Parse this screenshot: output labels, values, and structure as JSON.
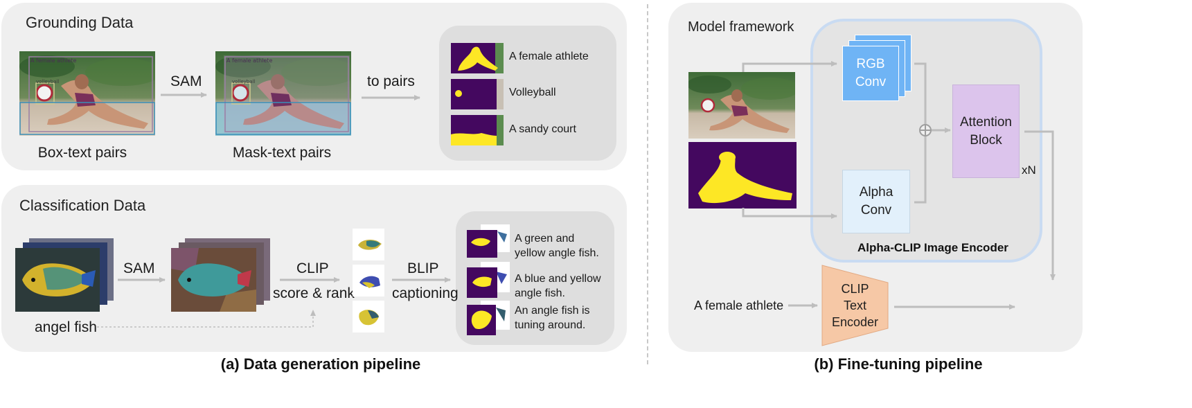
{
  "left": {
    "grounding": {
      "title": "Grounding Data",
      "box_text_label": "Box-text pairs",
      "mask_text_label": "Mask-text pairs",
      "sam_label": "SAM",
      "to_pairs_label": "to pairs",
      "box_tags": [
        "A female athlete",
        "volleyball"
      ],
      "pairs": [
        "A female athlete",
        "Volleyball",
        "A sandy court"
      ]
    },
    "classification": {
      "title": "Classification Data",
      "sam_label": "SAM",
      "clip_label": "CLIP",
      "score_rank_label": "score & rank",
      "blip_label": "BLIP",
      "captioning_label": "captioning",
      "class_label": "angel fish",
      "captions": [
        [
          "A green and",
          "yellow angle fish."
        ],
        [
          "A blue and yellow",
          "angle fish."
        ],
        [
          "An angle fish is",
          "tuning around."
        ]
      ]
    },
    "caption": "(a) Data generation pipeline"
  },
  "right": {
    "title": "Model framework",
    "rgb_conv": [
      "RGB",
      "Conv"
    ],
    "alpha_conv": [
      "Alpha",
      "Conv"
    ],
    "attention_block": [
      "Attention",
      "Block"
    ],
    "repeat_label": "xN",
    "encoder_label": "Alpha-CLIP Image Encoder",
    "text_input": "A female athlete",
    "clip_text_encoder": [
      "CLIP",
      "Text",
      "Encoder"
    ],
    "caption": "(b) Fine-tuning pipeline"
  },
  "colors": {
    "panel_bg": "#efefef",
    "subpanel_bg": "#dedede",
    "mask_bg": "#44085f",
    "mask_fg": "#fde725",
    "encoder_bg": "#e4e4e4",
    "encoder_border": "#c9dbf2",
    "rgb_conv": "#6fb4f5",
    "alpha_conv": "#e2f0fb",
    "attention": "#dcc4ec",
    "text_encoder": "#f6c8a6",
    "arrow": "#bdbdbd"
  },
  "icons": [
    "sam-arrow",
    "plus-circle-icon",
    "volleyball-icon",
    "fish-icon"
  ]
}
